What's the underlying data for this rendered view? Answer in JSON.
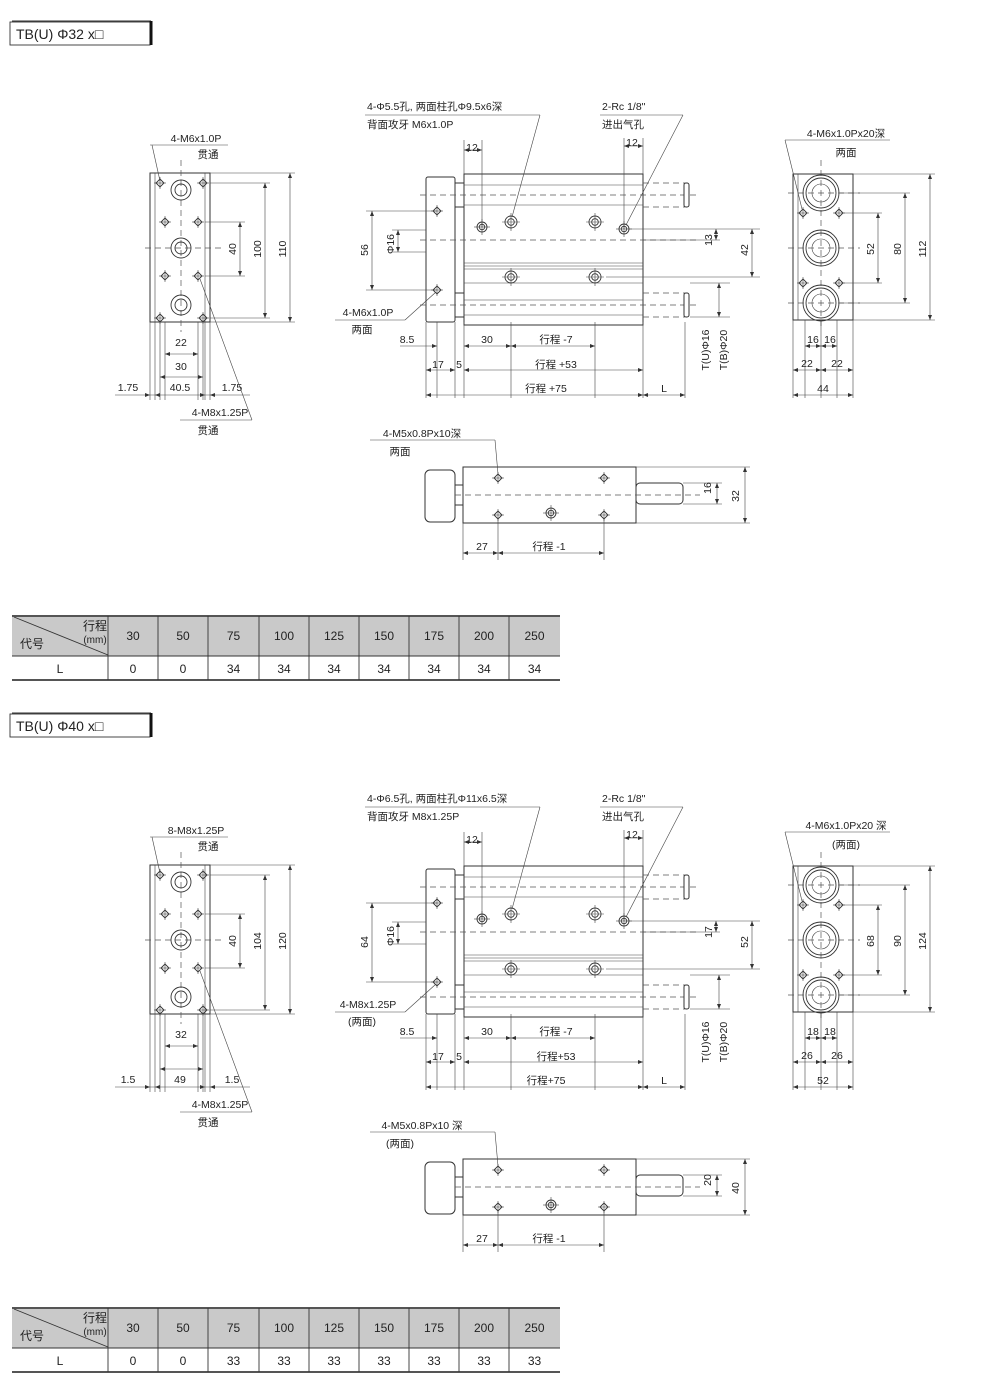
{
  "sections": [
    {
      "title": "TB(U)  Φ32 x□",
      "left": {
        "note1": "4-M6x1.0P",
        "note1b": "贯通",
        "note2": "4-M8x1.25P",
        "note2b": "贯通",
        "d_a": "40",
        "d_b": "100",
        "d_c": "110",
        "w_inner": "22",
        "w_outer": "30",
        "m_l": "1.75",
        "m_c": "40.5",
        "m_r": "1.75"
      },
      "front": {
        "note1": "4-Φ5.5孔, 两面柱孔Φ9.5x6深",
        "note1b": "背面攻牙 M6x1.0P",
        "note2": "2-Rc 1/8\"",
        "note2b": "进出气孔",
        "d12a": "12",
        "d12b": "12",
        "d_h": "56",
        "d_phi": "Φ16",
        "d_port": "13",
        "d_port2": "42",
        "note3": "4-M6x1.0P",
        "note3b": "两面",
        "d85": "8.5",
        "d30": "30",
        "d_s7": "行程 -7",
        "d17": "17",
        "d5": "5",
        "d_s53": "行程 +53",
        "d_s75": "行程 +75",
        "d_L": "L",
        "t_u": "T(U)Φ16",
        "t_b": "T(B)Φ20"
      },
      "right": {
        "note": "4-M6x1.0Px20深",
        "noteb": "两面",
        "d_a": "52",
        "d_b": "80",
        "d_c": "112",
        "w1": "16",
        "w2": "16",
        "w3": "22",
        "w4": "22",
        "w5": "44"
      },
      "bottom": {
        "note": "4-M5x0.8Px10深",
        "noteb": "两面",
        "d_small": "16",
        "d_large": "32",
        "d27": "27",
        "d_s1": "行程 -1"
      },
      "table": {
        "corner_top": "行程",
        "corner_unit": "(mm)",
        "corner_left": "代号",
        "row_label": "L",
        "strokes": [
          "30",
          "50",
          "75",
          "100",
          "125",
          "150",
          "175",
          "200",
          "250"
        ],
        "L": [
          "0",
          "0",
          "34",
          "34",
          "34",
          "34",
          "34",
          "34",
          "34"
        ]
      }
    },
    {
      "title": "TB(U)  Φ40 x□",
      "left": {
        "note1": "8-M8x1.25P",
        "note1b": "贯通",
        "note2": "4-M8x1.25P",
        "note2b": "贯通",
        "d_a": "40",
        "d_b": "104",
        "d_c": "120",
        "w_inner": "32",
        "w_outer": "",
        "m_l": "1.5",
        "m_c": "49",
        "m_r": "1.5"
      },
      "front": {
        "note1": "4-Φ6.5孔, 两面柱孔Φ11x6.5深",
        "note1b": "背面攻牙 M8x1.25P",
        "note2": "2-Rc 1/8\"",
        "note2b": "进出气孔",
        "d12a": "12",
        "d12b": "12",
        "d_h": "64",
        "d_phi": "Φ16",
        "d_port": "17",
        "d_port2": "52",
        "note3": "4-M8x1.25P",
        "note3b": "(两面)",
        "d85": "8.5",
        "d30": "30",
        "d_s7": "行程 -7",
        "d17": "17",
        "d5": "5",
        "d_s53": "行程+53",
        "d_s75": "行程+75",
        "d_L": "L",
        "t_u": "T(U)Φ16",
        "t_b": "T(B)Φ20"
      },
      "right": {
        "note": "4-M6x1.0Px20 深",
        "noteb": "(两面)",
        "d_a": "68",
        "d_b": "90",
        "d_c": "124",
        "w1": "18",
        "w2": "18",
        "w3": "26",
        "w4": "26",
        "w5": "52"
      },
      "bottom": {
        "note": "4-M5x0.8Px10 深",
        "noteb": "(两面)",
        "d_small": "20",
        "d_large": "40",
        "d27": "27",
        "d_s1": "行程 -1"
      },
      "table": {
        "corner_top": "行程",
        "corner_unit": "(mm)",
        "corner_left": "代号",
        "row_label": "L",
        "strokes": [
          "30",
          "50",
          "75",
          "100",
          "125",
          "150",
          "175",
          "200",
          "250"
        ],
        "L": [
          "0",
          "0",
          "33",
          "33",
          "33",
          "33",
          "33",
          "33",
          "33"
        ]
      }
    }
  ]
}
